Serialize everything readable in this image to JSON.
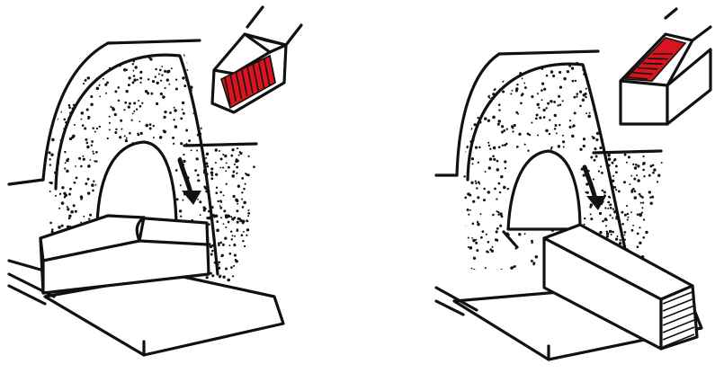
{
  "figure": {
    "panels": [
      {
        "id": "left",
        "caption": "",
        "insert_face_color": "#d9141e",
        "arrow_direction": "down"
      },
      {
        "id": "right",
        "caption": "",
        "insert_face_color": "#d9141e",
        "arrow_direction": "down"
      }
    ],
    "colors": {
      "ink": "#111111",
      "highlight": "#d9141e",
      "background": "#ffffff"
    }
  }
}
